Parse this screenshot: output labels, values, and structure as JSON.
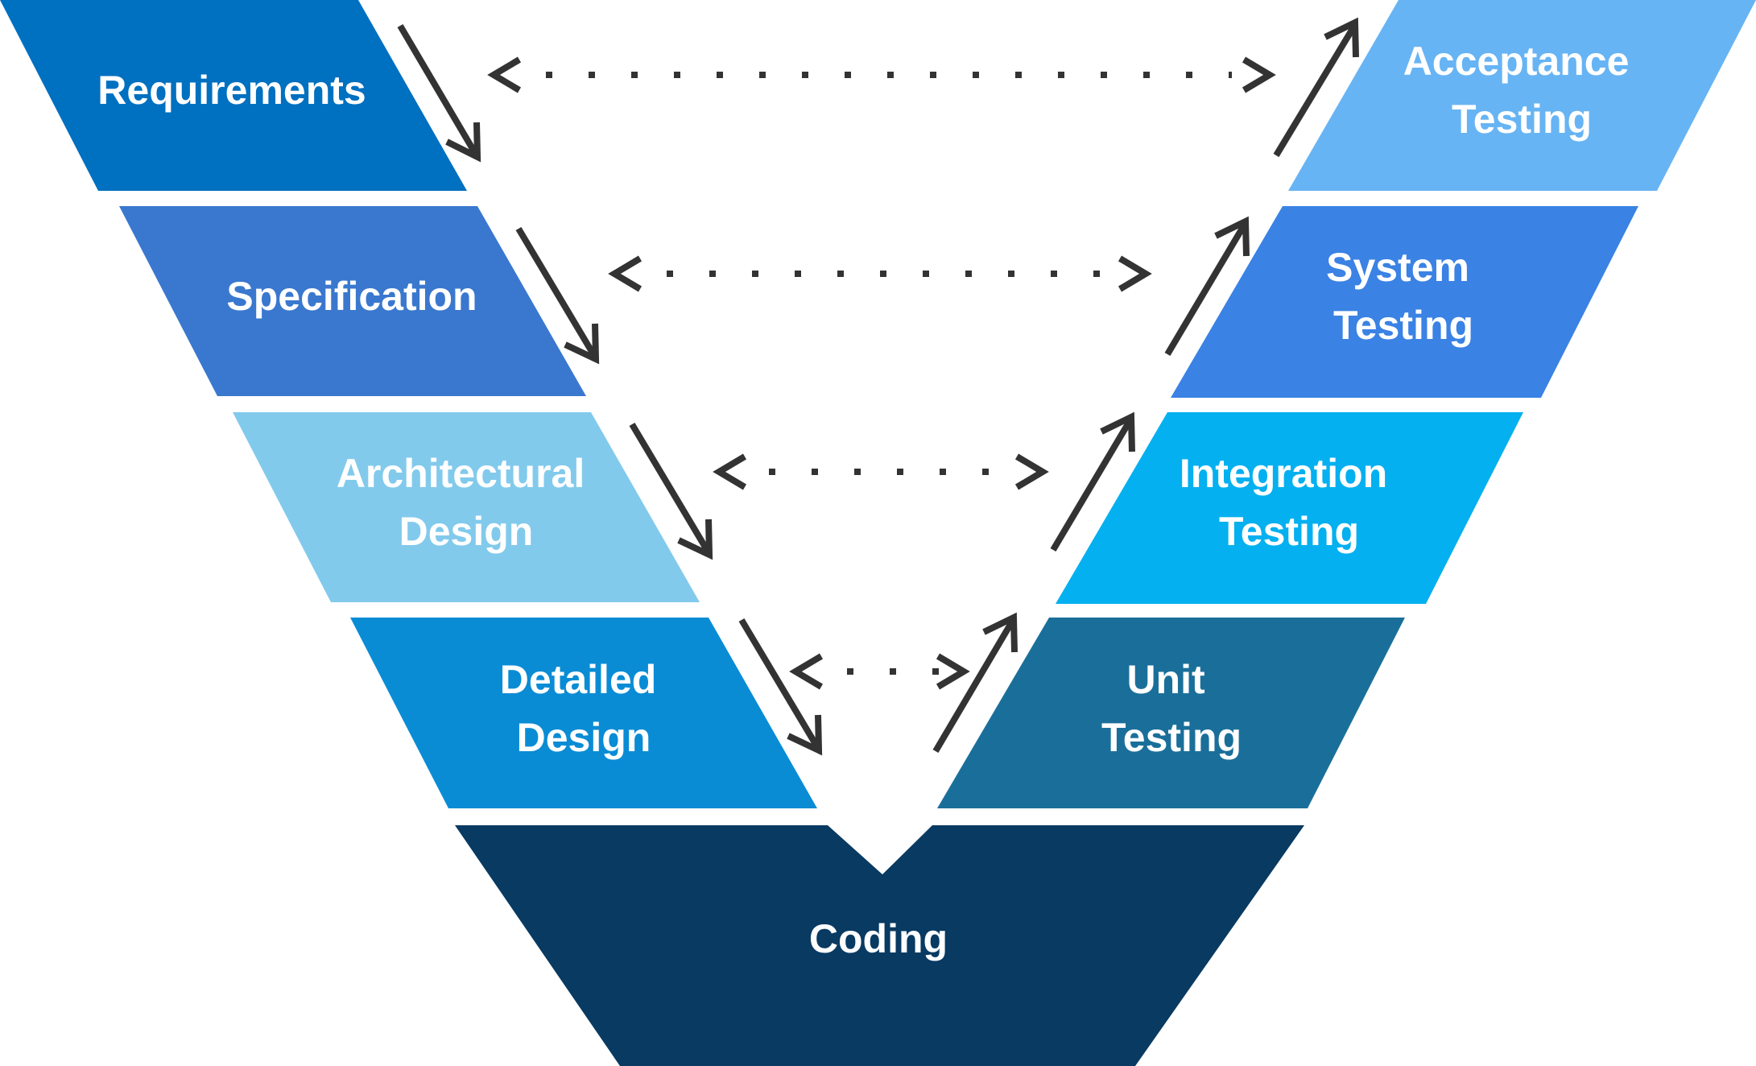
{
  "diagram": {
    "title": "V-Model",
    "colors": {
      "requirements": "#0070C0",
      "specification": "#3A78CF",
      "architectural_design": "#82CAEC",
      "detailed_design": "#0A8CD5",
      "coding": "#083A62",
      "unit_testing": "#1A6F9A",
      "integration_testing": "#05B0F0",
      "system_testing": "#3A82E4",
      "acceptance_testing": "#67B4F4",
      "arrow": "#333333"
    },
    "left_phases": [
      {
        "id": "requirements",
        "lines": [
          "Requirements"
        ]
      },
      {
        "id": "specification",
        "lines": [
          "Specification"
        ]
      },
      {
        "id": "architectural_design",
        "lines": [
          "Architectural",
          "Design"
        ]
      },
      {
        "id": "detailed_design",
        "lines": [
          "Detailed",
          "Design"
        ]
      }
    ],
    "bottom_phase": {
      "id": "coding",
      "lines": [
        "Coding"
      ]
    },
    "right_phases": [
      {
        "id": "unit_testing",
        "lines": [
          "Unit",
          "Testing"
        ]
      },
      {
        "id": "integration_testing",
        "lines": [
          "Integration",
          "Testing"
        ]
      },
      {
        "id": "system_testing",
        "lines": [
          "System",
          "Testing"
        ]
      },
      {
        "id": "acceptance_testing",
        "lines": [
          "Acceptance",
          "Testing"
        ]
      }
    ],
    "verification_links": [
      {
        "from": "requirements",
        "to": "acceptance_testing"
      },
      {
        "from": "specification",
        "to": "system_testing"
      },
      {
        "from": "architectural_design",
        "to": "integration_testing"
      },
      {
        "from": "detailed_design",
        "to": "unit_testing"
      }
    ]
  }
}
